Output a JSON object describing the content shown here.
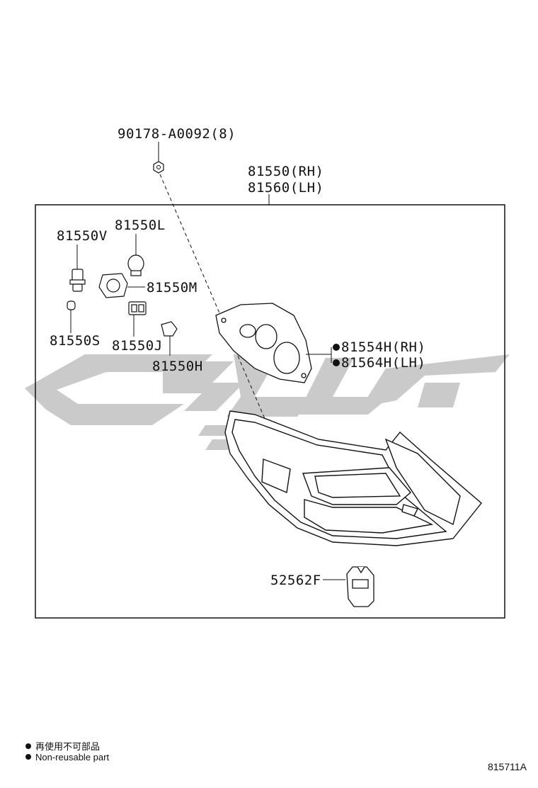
{
  "parts": {
    "p_90178": "90178-A0092(8)",
    "p_81550_rh": "81550(RH)",
    "p_81560_lh": "81560(LH)",
    "p_81550v": "81550V",
    "p_81550l": "81550L",
    "p_81550m": "81550M",
    "p_81550s": "81550S",
    "p_81550j": "81550J",
    "p_81550h": "81550H",
    "p_81554h": "81554H(RH)",
    "p_81564h": "81564H(LH)",
    "p_52562f": "52562F"
  },
  "legend": {
    "cn": "再使用不可部品",
    "en": "Non-reusable part"
  },
  "figure_code": "815711A",
  "colors": {
    "watermark": "#c9c9c9",
    "line": "#222222"
  }
}
